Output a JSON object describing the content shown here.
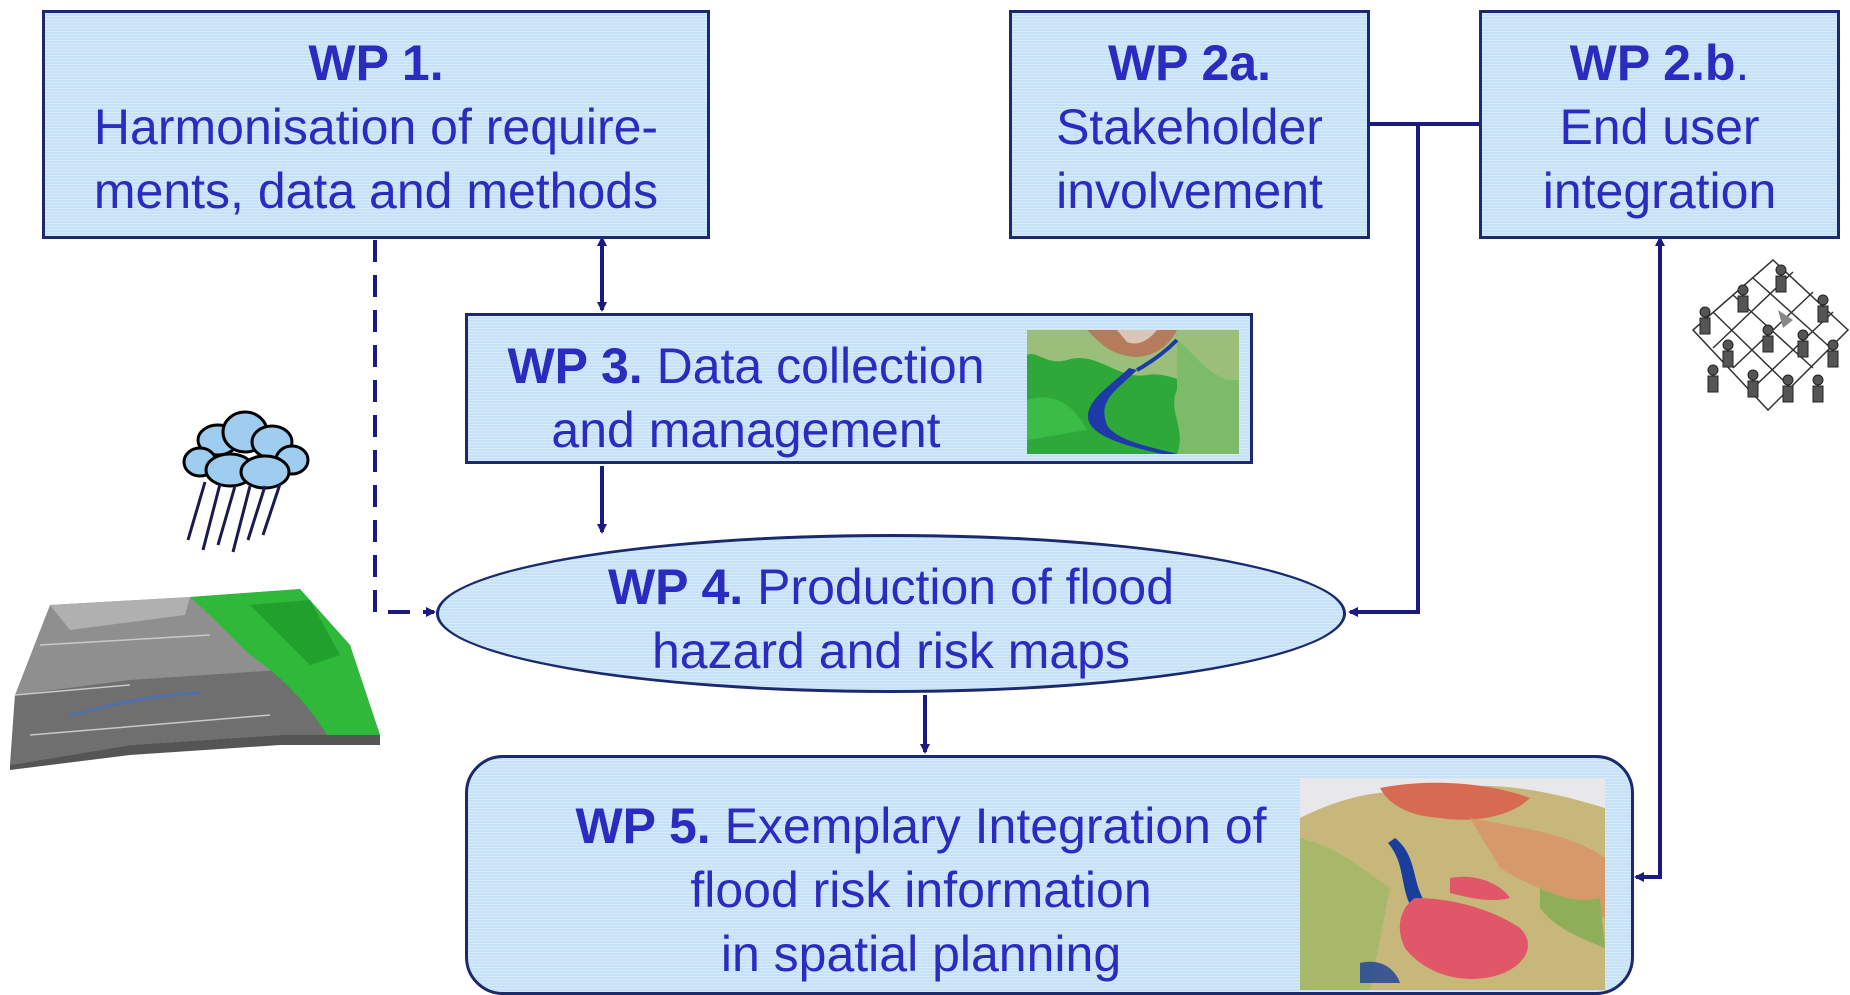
{
  "wp1": {
    "title": "WP 1.",
    "line1": "Harmonisation of require-",
    "line2": "ments, data and methods"
  },
  "wp2a": {
    "title": "WP 2a.",
    "line1": "Stakeholder",
    "line2": "involvement"
  },
  "wp2b": {
    "title": "WP 2.b",
    "title_dot": ".",
    "line1": "End user",
    "line2": "integration"
  },
  "wp3": {
    "title": "WP 3.",
    "line1": " Data collection",
    "line2": "and management"
  },
  "wp4": {
    "title": "WP 4.",
    "line1": " Production of flood",
    "line2": "hazard and risk maps"
  },
  "wp5": {
    "title": "WP 5.",
    "line1": " Exemplary Integration of",
    "line2": "flood risk information",
    "line3": "in spatial planning"
  },
  "colors": {
    "box_fill": "#c6e2f8",
    "border": "#1a2a6c",
    "text": "#2b2bc0",
    "connector": "#1a1a80"
  },
  "icons": [
    "rain-cloud-icon",
    "terrain-3d-image",
    "elevation-map-image",
    "stakeholder-sketch-image",
    "planning-map-image"
  ]
}
